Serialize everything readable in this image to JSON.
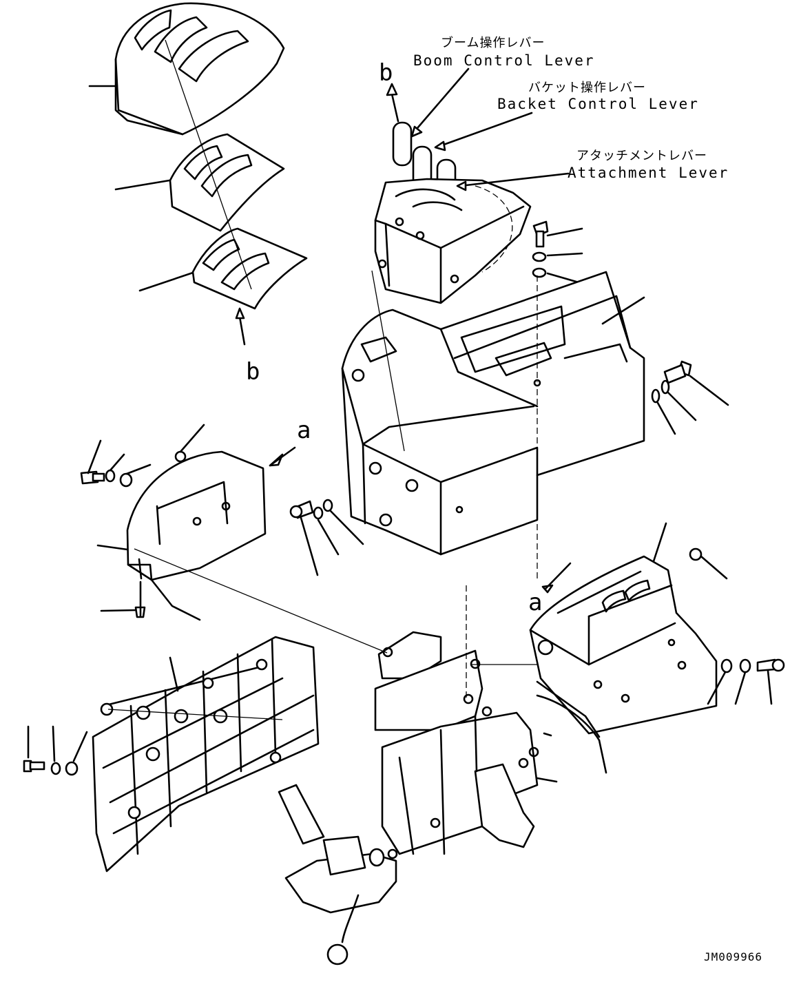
{
  "diagram": {
    "labels": {
      "boom_jp": "ブーム操作レバー",
      "boom_en": "Boom Control Lever",
      "bucket_jp": "バケット操作レバー",
      "bucket_en": "Backet Control Lever",
      "attach_jp": "アタッチメントレバー",
      "attach_en": "Attachment Lever"
    },
    "view_markers": {
      "b_top": "b",
      "b_left": "b",
      "a_left": "a",
      "a_right": "a"
    },
    "drawing_code": "JM009966"
  }
}
